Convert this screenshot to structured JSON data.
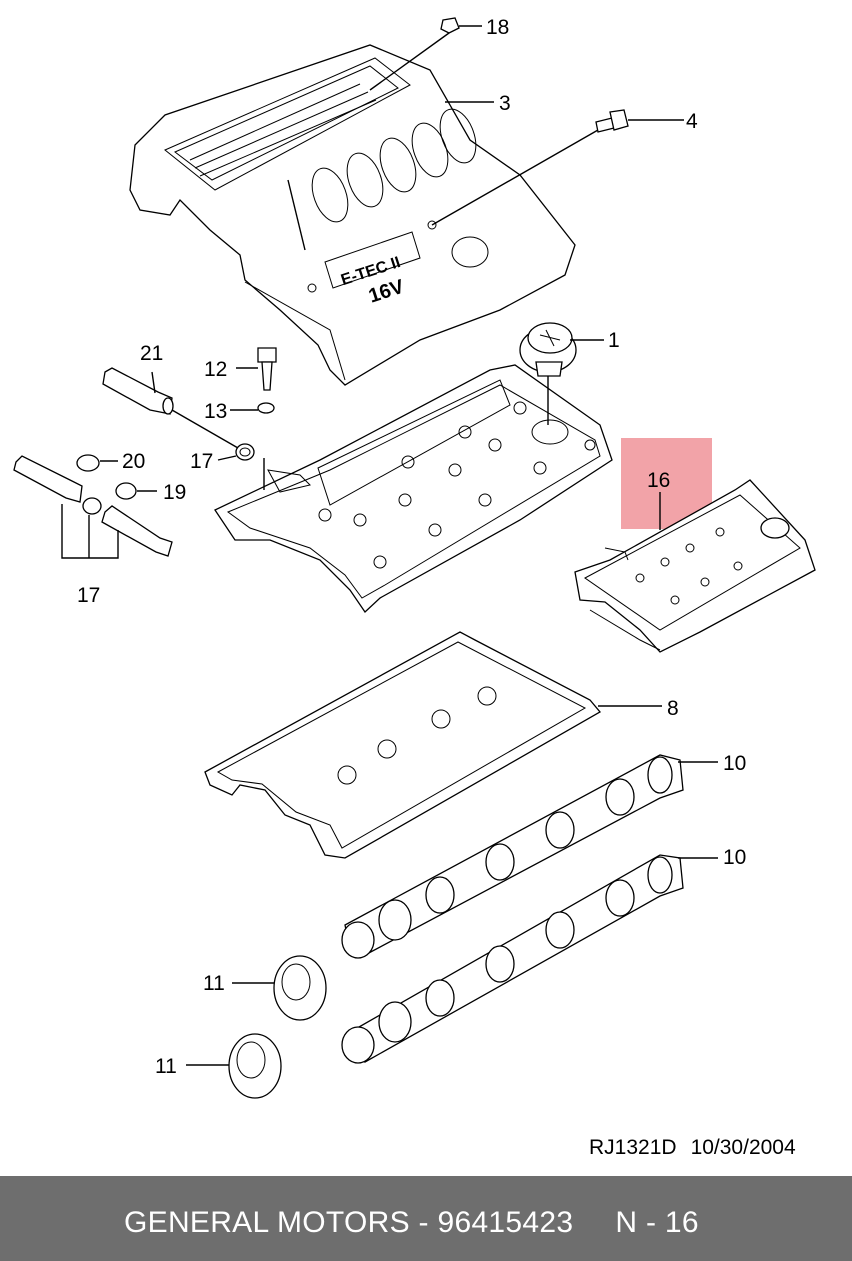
{
  "diagram": {
    "callouts": [
      {
        "id": "c18",
        "label": "18"
      },
      {
        "id": "c3",
        "label": "3"
      },
      {
        "id": "c4",
        "label": "4"
      },
      {
        "id": "c1",
        "label": "1"
      },
      {
        "id": "c21",
        "label": "21"
      },
      {
        "id": "c12",
        "label": "12"
      },
      {
        "id": "c13",
        "label": "13"
      },
      {
        "id": "c17a",
        "label": "17"
      },
      {
        "id": "c20",
        "label": "20"
      },
      {
        "id": "c19",
        "label": "19"
      },
      {
        "id": "c17b",
        "label": "17"
      },
      {
        "id": "c16",
        "label": "16"
      },
      {
        "id": "c8",
        "label": "8"
      },
      {
        "id": "c10a",
        "label": "10"
      },
      {
        "id": "c10b",
        "label": "10"
      },
      {
        "id": "c11a",
        "label": "11"
      },
      {
        "id": "c11b",
        "label": "11"
      }
    ],
    "cover_lettering": [
      "E-TEC II",
      "16V"
    ],
    "highlight_color": "#f2a3a8"
  },
  "reference": {
    "code": "RJ1321D",
    "date": "10/30/2004"
  },
  "footer": {
    "brand_part": "GENERAL MOTORS - 96415423",
    "page": "N - 16",
    "background": "#6e6e6e"
  }
}
